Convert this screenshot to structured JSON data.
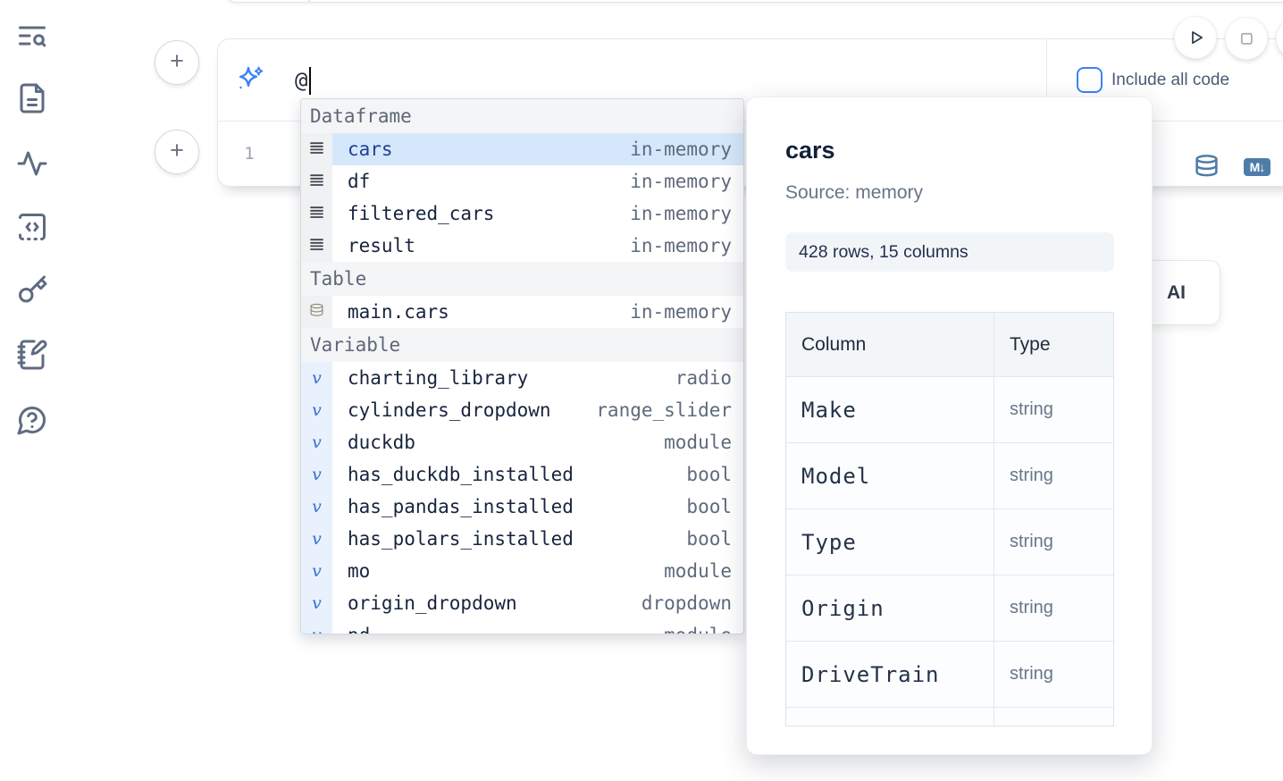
{
  "sidebar": {
    "items": [
      {
        "id": "toc-search"
      },
      {
        "id": "file-explorer"
      },
      {
        "id": "dependencies"
      },
      {
        "id": "snippets"
      },
      {
        "id": "secrets"
      },
      {
        "id": "scratchpad"
      },
      {
        "id": "help"
      }
    ]
  },
  "cell": {
    "add_cell_button": "+",
    "prompt_value": "@",
    "include_all_code_label": "Include all code",
    "line_number": "1",
    "markdown_badge": "M↓"
  },
  "autocomplete": {
    "variable_icon": "v",
    "sections": [
      {
        "label": "Dataframe",
        "items": [
          {
            "name": "cars",
            "detail": "in-memory"
          },
          {
            "name": "df",
            "detail": "in-memory"
          },
          {
            "name": "filtered_cars",
            "detail": "in-memory"
          },
          {
            "name": "result",
            "detail": "in-memory"
          }
        ]
      },
      {
        "label": "Table",
        "items": [
          {
            "name": "main.cars",
            "detail": "in-memory"
          }
        ]
      },
      {
        "label": "Variable",
        "items": [
          {
            "name": "charting_library",
            "detail": "radio"
          },
          {
            "name": "cylinders_dropdown",
            "detail": "range_slider"
          },
          {
            "name": "duckdb",
            "detail": "module"
          },
          {
            "name": "has_duckdb_installed",
            "detail": "bool"
          },
          {
            "name": "has_pandas_installed",
            "detail": "bool"
          },
          {
            "name": "has_polars_installed",
            "detail": "bool"
          },
          {
            "name": "mo",
            "detail": "module"
          },
          {
            "name": "origin_dropdown",
            "detail": "dropdown"
          },
          {
            "name": "pd",
            "detail": "module"
          }
        ]
      }
    ]
  },
  "preview": {
    "title": "cars",
    "source": "Source: memory",
    "shape": "428 rows, 15 columns",
    "table": {
      "headers": [
        "Column",
        "Type"
      ],
      "rows": [
        [
          "Make",
          "string"
        ],
        [
          "Model",
          "string"
        ],
        [
          "Type",
          "string"
        ],
        [
          "Origin",
          "string"
        ],
        [
          "DriveTrain",
          "string"
        ]
      ]
    }
  },
  "ai_card_label": "AI",
  "colors": {
    "accent_blue": "#3b82f6",
    "toolbar_icon_blue": "#4e7ca9",
    "selected_row_bg": "#d5e8fb",
    "selected_row_text": "#1e418f"
  }
}
